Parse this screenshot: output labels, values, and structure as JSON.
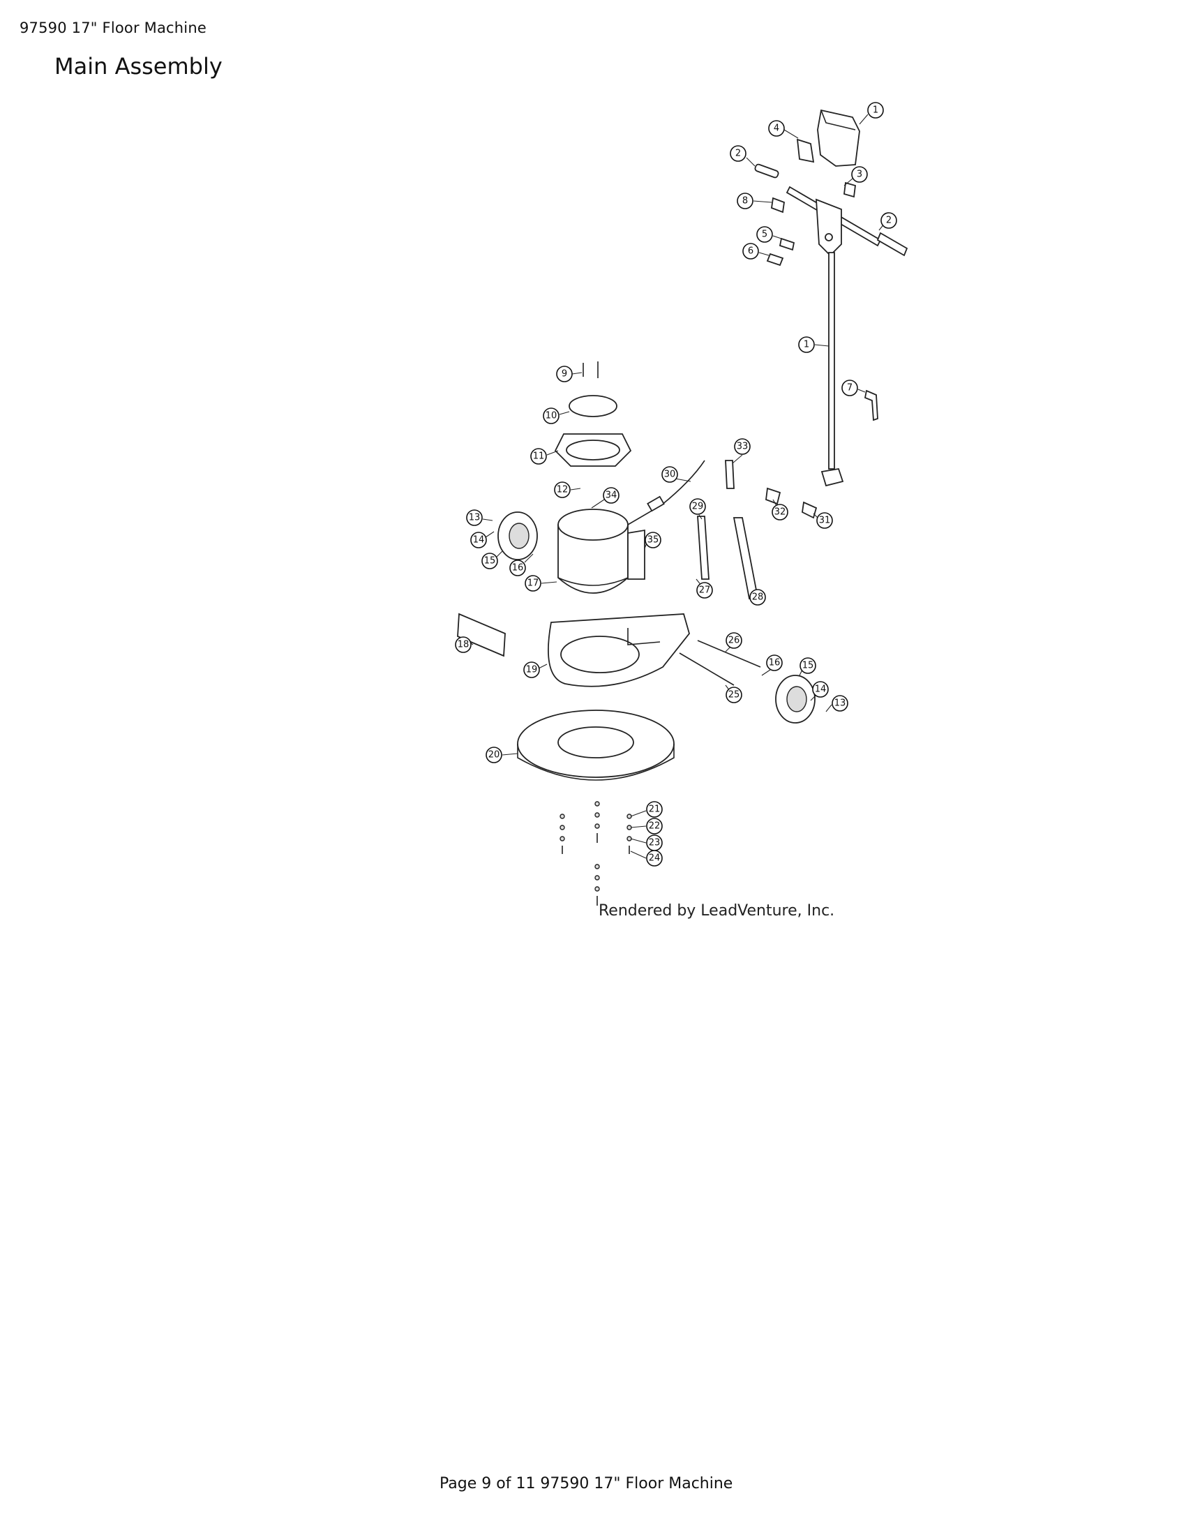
{
  "header": {
    "model_line": "97590  17\" Floor Machine"
  },
  "section": {
    "title": "Main Assembly"
  },
  "diagram": {
    "credit": "Rendered by LeadVenture, Inc.",
    "callouts": [
      "1",
      "1",
      "2",
      "2",
      "3",
      "4",
      "5",
      "6",
      "7",
      "8",
      "9",
      "10",
      "11",
      "12",
      "13",
      "13",
      "14",
      "14",
      "15",
      "15",
      "16",
      "16",
      "17",
      "18",
      "19",
      "20",
      "21",
      "22",
      "23",
      "24",
      "25",
      "26",
      "27",
      "28",
      "29",
      "30",
      "31",
      "32",
      "33",
      "34",
      "35"
    ]
  },
  "footer": {
    "page_line": "Page 9 of 11 97590  17\" Floor Machine"
  }
}
